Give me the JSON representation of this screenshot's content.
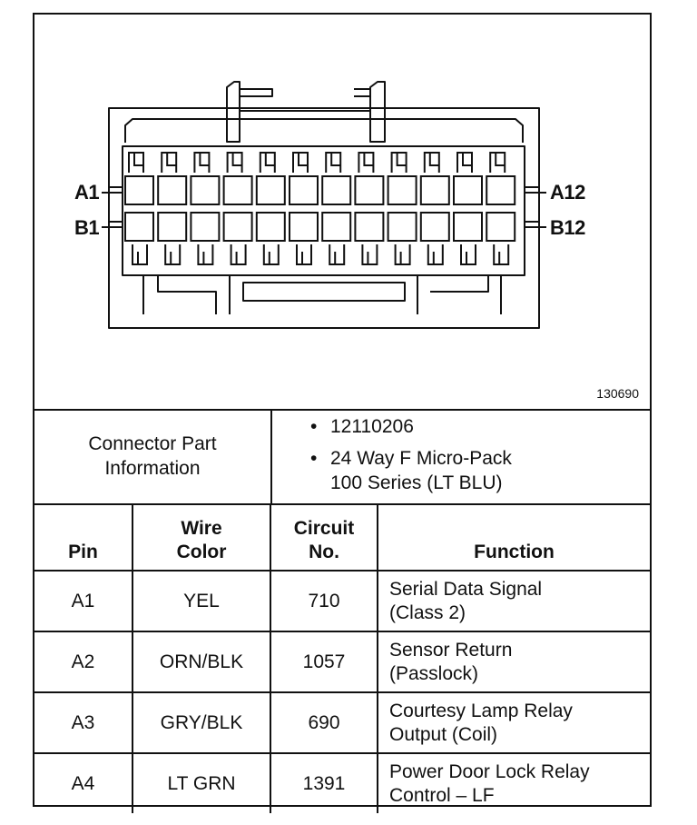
{
  "figure": {
    "pin_labels": {
      "top_left": "A1",
      "bottom_left": "B1",
      "top_right": "A12",
      "bottom_right": "B12"
    },
    "figure_number": "130690"
  },
  "connector_part": {
    "title_line1": "Connector Part",
    "title_line2": "Information",
    "items": [
      "12110206",
      "24 Way F Micro-Pack",
      "100 Series (LT BLU)"
    ]
  },
  "table": {
    "headers": {
      "pin": "Pin",
      "wire_line1": "Wire",
      "wire_line2": "Color",
      "circuit_line1": "Circuit",
      "circuit_line2": "No.",
      "function": "Function"
    },
    "rows": [
      {
        "pin": "A1",
        "wire_color": "YEL",
        "circuit": "710",
        "function_line1": "Serial Data Signal",
        "function_line2": "(Class 2)"
      },
      {
        "pin": "A2",
        "wire_color": "ORN/BLK",
        "circuit": "1057",
        "function_line1": "Sensor Return",
        "function_line2": "(Passlock)"
      },
      {
        "pin": "A3",
        "wire_color": "GRY/BLK",
        "circuit": "690",
        "function_line1": "Courtesy Lamp Relay",
        "function_line2": "Output (Coil)"
      },
      {
        "pin": "A4",
        "wire_color": "LT GRN",
        "circuit": "1391",
        "function_line1": "Power Door Lock Relay",
        "function_line2": "Control – LF"
      }
    ]
  }
}
